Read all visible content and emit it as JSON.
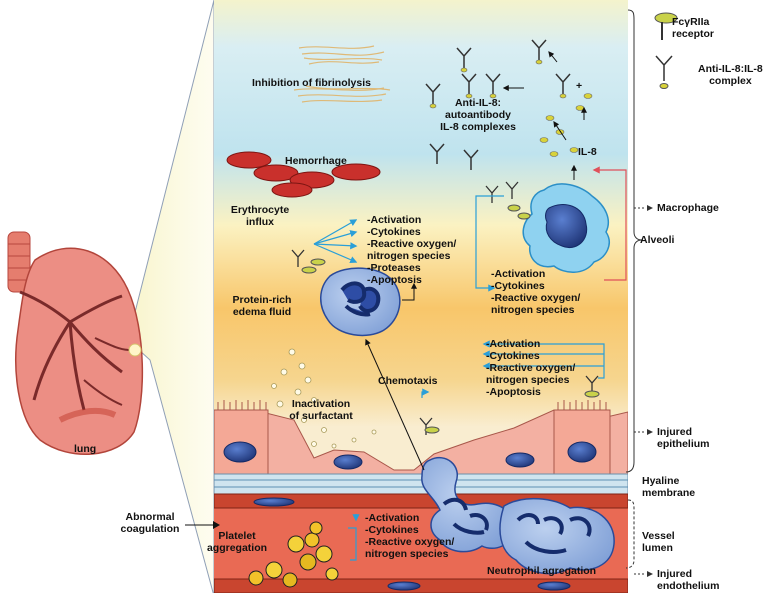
{
  "labels": {
    "fibrinolysis": "Inhibition of fibrinolysis",
    "hemorrhage": "Hemorrhage",
    "erythro1": "Erythrocyte",
    "erythro2": "influx",
    "complexes1": "Anti-IL-8:",
    "complexes2": "autoantibody",
    "complexes3": "IL-8 complexes",
    "il8": "IL-8",
    "plus": "+",
    "edema1": "Protein-rich",
    "edema2": "edema fluid",
    "surfactant1": "Inactivation",
    "surfactant2": "of surfactant",
    "chemotaxis": "Chemotaxis",
    "coag1": "Abnormal",
    "coag2": "coagulation",
    "platelet1": "Platelet",
    "platelet2": "aggregation",
    "neutro_agg": "Neutrophil agregation",
    "lung": "lung"
  },
  "lists": {
    "upper": [
      "-Activation",
      "-Cytokines",
      "-Reactive oxygen/",
      "nitrogen species",
      "-Proteases",
      "-Apoptosis"
    ],
    "macrophage": [
      "-Activation",
      "-Cytokines",
      "-Reactive oxygen/",
      "nitrogen species"
    ],
    "right": [
      "-Activation",
      "-Cytokines",
      "-Reactive oxygen/",
      "nitrogen species",
      "-Apoptosis"
    ],
    "vessel": [
      "-Activation",
      "-Cytokines",
      "-Reactive oxygen/",
      "nitrogen species"
    ]
  },
  "legend": {
    "receptor1": "FcγRIIa",
    "receptor2": "receptor",
    "complex1": "Anti-IL-8:IL-8",
    "complex2": "complex"
  },
  "side_labels": {
    "macrophage": "Macrophage",
    "alveoli": "Alveoli",
    "injured_epi1": "Injured",
    "injured_epi2": "epithelium",
    "hyaline1": "Hyaline",
    "hyaline2": "membrane",
    "vessel1": "Vessel",
    "vessel2": "lumen",
    "injured_endo1": "Injured",
    "injured_endo2": "endothelium"
  },
  "colors": {
    "panel_top": "#cfe6f0",
    "panel_mid": "#f6c26a",
    "cell_blue": "#3b5fae",
    "arrow_cyan": "#2a9fd8",
    "arrow_red": "#e0505a",
    "epithelium": "#f1a99a",
    "vessel": "#d95a46",
    "lung": "#e98078"
  }
}
